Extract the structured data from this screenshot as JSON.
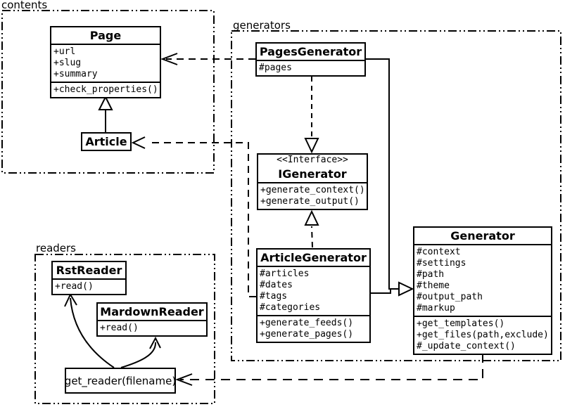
{
  "diagram": {
    "type": "uml-class-diagram",
    "colors": {
      "line": "#000000",
      "background": "#ffffff"
    }
  },
  "packages": {
    "contents": {
      "label": "contents"
    },
    "generators": {
      "label": "generators"
    },
    "readers": {
      "label": "readers"
    }
  },
  "classes": {
    "page": {
      "title": "Page",
      "attributes": [
        "+url",
        "+slug",
        "+summary"
      ],
      "methods": [
        "+check_properties()"
      ]
    },
    "article": {
      "title": "Article"
    },
    "pages_generator": {
      "title": "PagesGenerator",
      "attributes": [
        "#pages"
      ]
    },
    "igenerator": {
      "stereotype": "<<Interface>>",
      "title": "IGenerator",
      "methods": [
        "+generate_context()",
        "+generate_output()"
      ]
    },
    "article_generator": {
      "title": "ArticleGenerator",
      "attributes": [
        "#articles",
        "#dates",
        "#tags",
        "#categories"
      ],
      "methods": [
        "+generate_feeds()",
        "+generate_pages()"
      ]
    },
    "generator": {
      "title": "Generator",
      "attributes": [
        "#context",
        "#settings",
        "#path",
        "#theme",
        "#output_path",
        "#markup"
      ],
      "methods": [
        "+get_templates()",
        "+get_files(path,exclude)",
        "#_update_context()"
      ]
    },
    "rst_reader": {
      "title": "RstReader",
      "methods": [
        "+read()"
      ]
    },
    "mardown_reader": {
      "title": "MardownReader",
      "methods": [
        "+read()"
      ]
    },
    "get_reader": {
      "label": "get_reader(filename)"
    }
  },
  "relationships": [
    {
      "from": "Article",
      "to": "Page",
      "type": "inheritance-solid-hollow-triangle"
    },
    {
      "from": "PagesGenerator",
      "to": "Page",
      "type": "dashed-dependency"
    },
    {
      "from": "ArticleGenerator",
      "to": "Article",
      "type": "dashed-dependency"
    },
    {
      "from": "PagesGenerator",
      "to": "IGenerator",
      "type": "dashed-realization-hollow-triangle"
    },
    {
      "from": "ArticleGenerator",
      "to": "IGenerator",
      "type": "dashed-realization-hollow-triangle"
    },
    {
      "from": "PagesGenerator",
      "to": "Generator",
      "type": "inheritance-solid-hollow-triangle"
    },
    {
      "from": "ArticleGenerator",
      "to": "Generator",
      "type": "inheritance-solid-hollow-triangle"
    },
    {
      "from": "Generator",
      "to": "get_reader(filename)",
      "type": "dashed-dependency"
    },
    {
      "from": "get_reader(filename)",
      "to": "RstReader",
      "type": "curved-open-arrow"
    },
    {
      "from": "get_reader(filename)",
      "to": "MardownReader",
      "type": "curved-open-arrow"
    }
  ]
}
